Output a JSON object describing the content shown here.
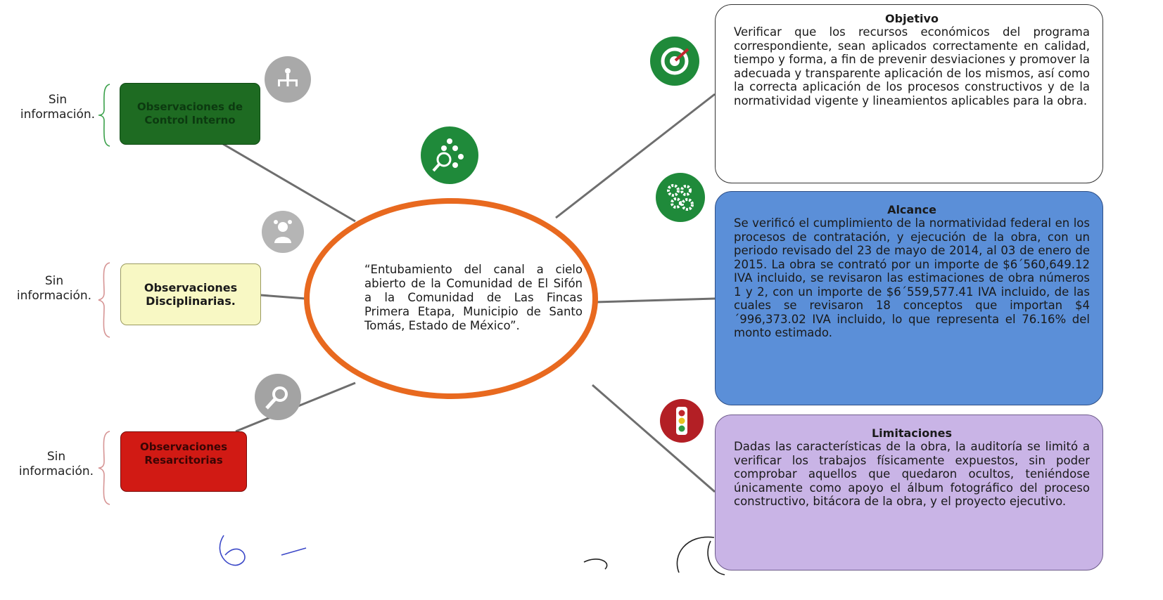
{
  "center": {
    "text": "“Entubamiento del canal a cielo abierto de la Comunidad de El Sifón a la Comunidad de Las Fincas Primera Etapa, Municipio de Santo Tomás, Estado de México”."
  },
  "left": {
    "items": [
      {
        "sin_info": "Sin información.",
        "label": "Observaciones de Control Interno",
        "color": "#1e6b22"
      },
      {
        "sin_info": "Sin información.",
        "label": "Observaciones Disciplinarias.",
        "color": "#f8f8c4"
      },
      {
        "sin_info": "Sin información.",
        "label": "Observaciones Resarcitorias",
        "color": "#d11a14"
      }
    ]
  },
  "right": {
    "objetivo": {
      "title": "Objetivo",
      "body": "Verificar que los recursos económicos del programa correspondiente, sean aplicados correctamente en calidad, tiempo y forma, a fin de prevenir desviaciones y promover la adecuada y transparente aplicación de los mismos, así como la correcta aplicación de los procesos constructivos y de la normatividad vigente y lineamientos aplicables para la obra.",
      "color": "#ffffff"
    },
    "alcance": {
      "title": "Alcance",
      "body": "Se verificó el cumplimiento de la normatividad federal en los procesos de contratación, y ejecución de la obra, con un periodo revisado del 23 de mayo de 2014, al 03 de enero de 2015. La obra se contrató por un importe de $6´560,649.12 IVA incluido, se revisaron las estimaciones de obra números 1 y 2, con un importe de $6´559,577.41 IVA incluido, de las cuales se revisaron 18 conceptos que importan $4´996,373.02 IVA incluido, lo que representa el 76.16% del monto estimado.",
      "color": "#5b8fd8"
    },
    "limitaciones": {
      "title": "Limitaciones",
      "body": "Dadas las características de la obra, la auditoría se limitó a verificar los trabajos físicamente expuestos, sin poder comprobar aquellos que quedaron ocultos, teniéndose únicamente como apoyo el álbum fotográfico del proceso constructivo, bitácora de la obra, y el proyecto ejecutivo.",
      "color": "#c9b4e6"
    }
  },
  "icons": {
    "target": "target-icon",
    "gears": "gears-icon",
    "traffic_light": "traffic-light-icon",
    "team_search": "team-search-icon",
    "org_chart": "org-chart-icon",
    "person": "person-icon",
    "magnifier": "magnifier-icon"
  },
  "colors": {
    "accent_orange": "#e8691f",
    "icon_green": "#1f8a3a"
  }
}
